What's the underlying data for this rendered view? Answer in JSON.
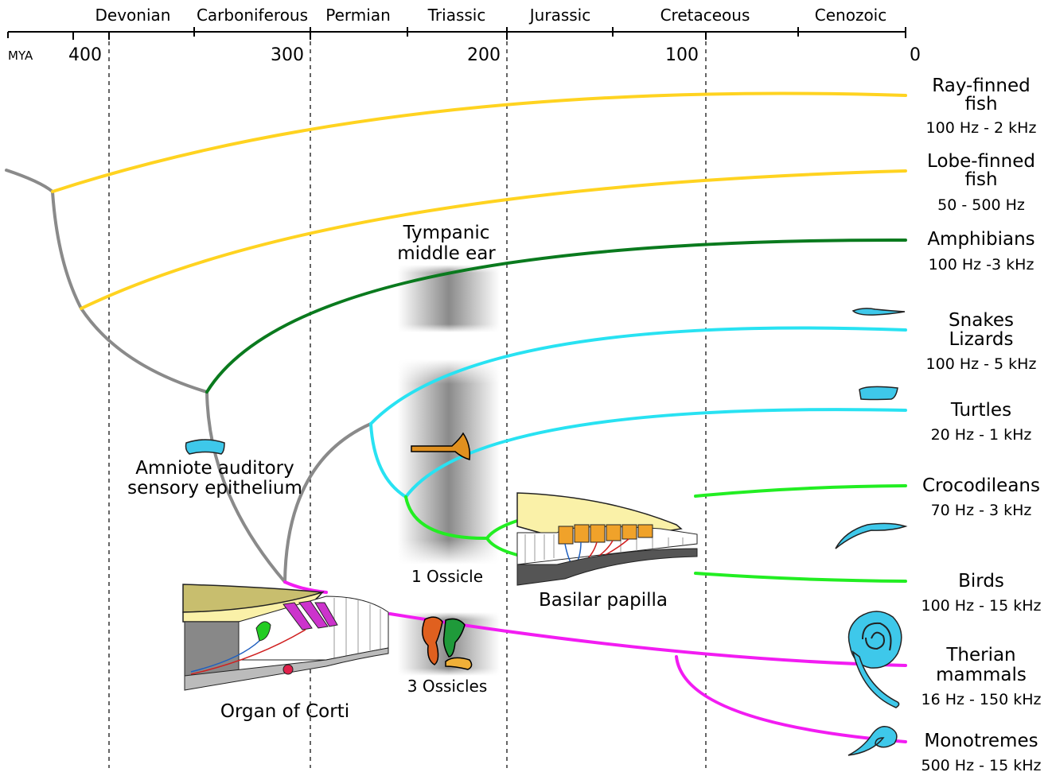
{
  "timeline": {
    "unit_label": "MYA",
    "periods": [
      "Devonian",
      "Carboniferous",
      "Permian",
      "Triassic",
      "Jurassic",
      "Cretaceous",
      "Cenozoic"
    ],
    "ticks": [
      "400",
      "300",
      "200",
      "100",
      "0"
    ]
  },
  "clades": [
    {
      "name_lines": [
        "Ray-finned",
        "fish"
      ],
      "range": "100 Hz - 2 kHz",
      "color": "#FFD320"
    },
    {
      "name_lines": [
        "Lobe-finned",
        "fish"
      ],
      "range": "50 - 500 Hz",
      "color": "#FFD320"
    },
    {
      "name_lines": [
        "Amphibians"
      ],
      "range": "100 Hz -3 kHz",
      "color": "#0A7A1E"
    },
    {
      "name_lines": [
        "Snakes",
        "Lizards"
      ],
      "range": "100 Hz - 5 kHz",
      "color": "#28E2F2"
    },
    {
      "name_lines": [
        "Turtles"
      ],
      "range": "20 Hz - 1 kHz",
      "color": "#28E2F2"
    },
    {
      "name_lines": [
        "Crocodileans"
      ],
      "range": "70 Hz - 3 kHz",
      "color": "#22EE22"
    },
    {
      "name_lines": [
        "Birds"
      ],
      "range": "100 Hz - 15 kHz",
      "color": "#22EE22"
    },
    {
      "name_lines": [
        "Therian",
        "mammals"
      ],
      "range": "16 Hz - 150 kHz",
      "color": "#F21CF2"
    },
    {
      "name_lines": [
        "Monotremes"
      ],
      "range": "500 Hz - 15 kHz",
      "color": "#F21CF2"
    }
  ],
  "annotations": {
    "tympanic_line1": "Tympanic",
    "tympanic_line2": "middle ear",
    "amniote_line1": "Amniote auditory",
    "amniote_line2": "sensory epithelium",
    "one_ossicle": "1 Ossicle",
    "three_ossicles": "3 Ossicles",
    "basilar_papilla": "Basilar papilla",
    "organ_of_corti": "Organ of Corti"
  },
  "colors": {
    "ancestral": "#8A8A8A",
    "fish": "#FFD320",
    "amphibian": "#0A7A1E",
    "reptile": "#28E2F2",
    "archosaur": "#22EE22",
    "mammal": "#F21CF2",
    "epithelium": "#3EC8EA"
  }
}
